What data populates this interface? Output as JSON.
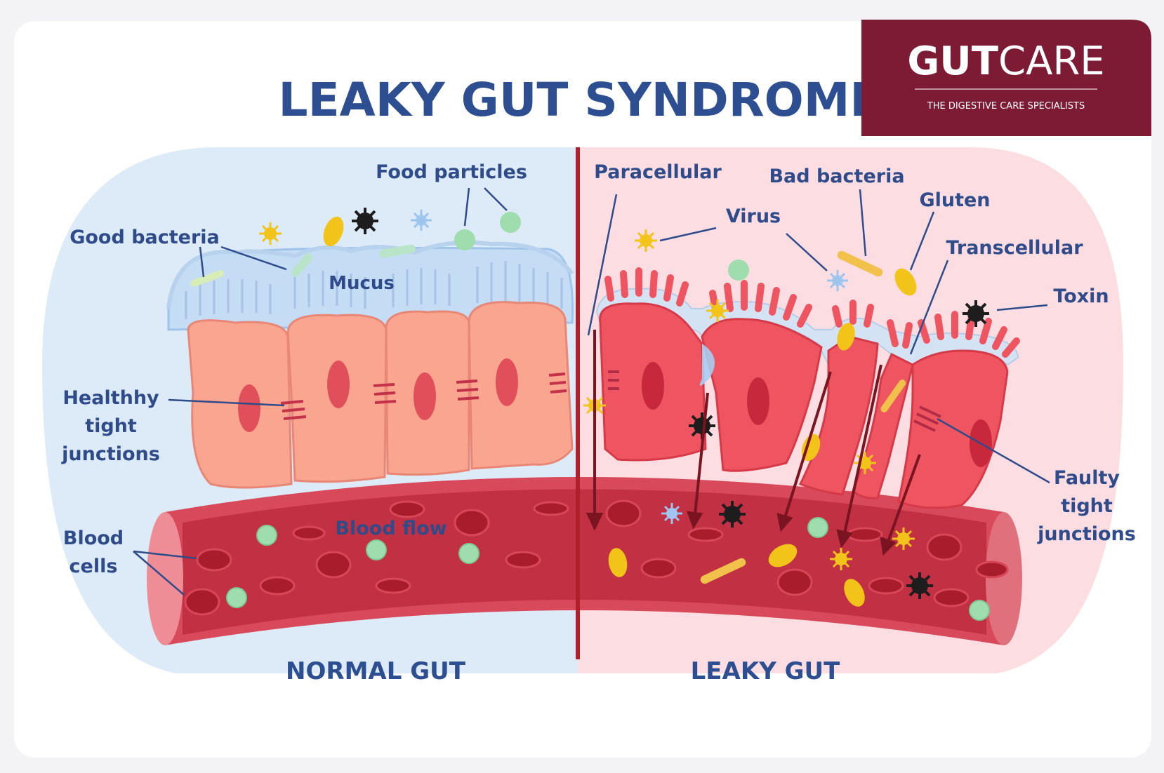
{
  "title": "LEAKY GUT SYNDROME",
  "logo": {
    "brand_bold": "GUT",
    "brand_light": "CARE",
    "tagline": "THE DIGESTIVE CARE SPECIALISTS",
    "color": "#7d1a34"
  },
  "panels": {
    "normal": {
      "caption": "NORMAL  GUT",
      "background": "#dcebf7"
    },
    "leaky": {
      "caption": "LEAKY  GUT",
      "background": "#fbdde2"
    }
  },
  "labels": {
    "food_particles": "Food particles",
    "good_bacteria": "Good bacteria",
    "mucus": "Mucus",
    "healthy_tight_junctions": [
      "Healthhy",
      "tight",
      "junctions"
    ],
    "blood_cells": [
      "Blood",
      "cells"
    ],
    "blood_flow": "Blood flow",
    "paracellular": "Paracellular",
    "bad_bacteria": "Bad bacteria",
    "virus": "Virus",
    "gluten": "Gluten",
    "transcellular": "Transcellular",
    "toxin": "Toxin",
    "faulty_tight_junctions": [
      "Faulty",
      "tight",
      "junctions"
    ]
  },
  "colors": {
    "label_text": "#2f4b8a",
    "divider": "#b0202a",
    "vessel": "#c8394a",
    "normal_cell": "#f9a58f",
    "leaky_cell": "#ee5560"
  }
}
